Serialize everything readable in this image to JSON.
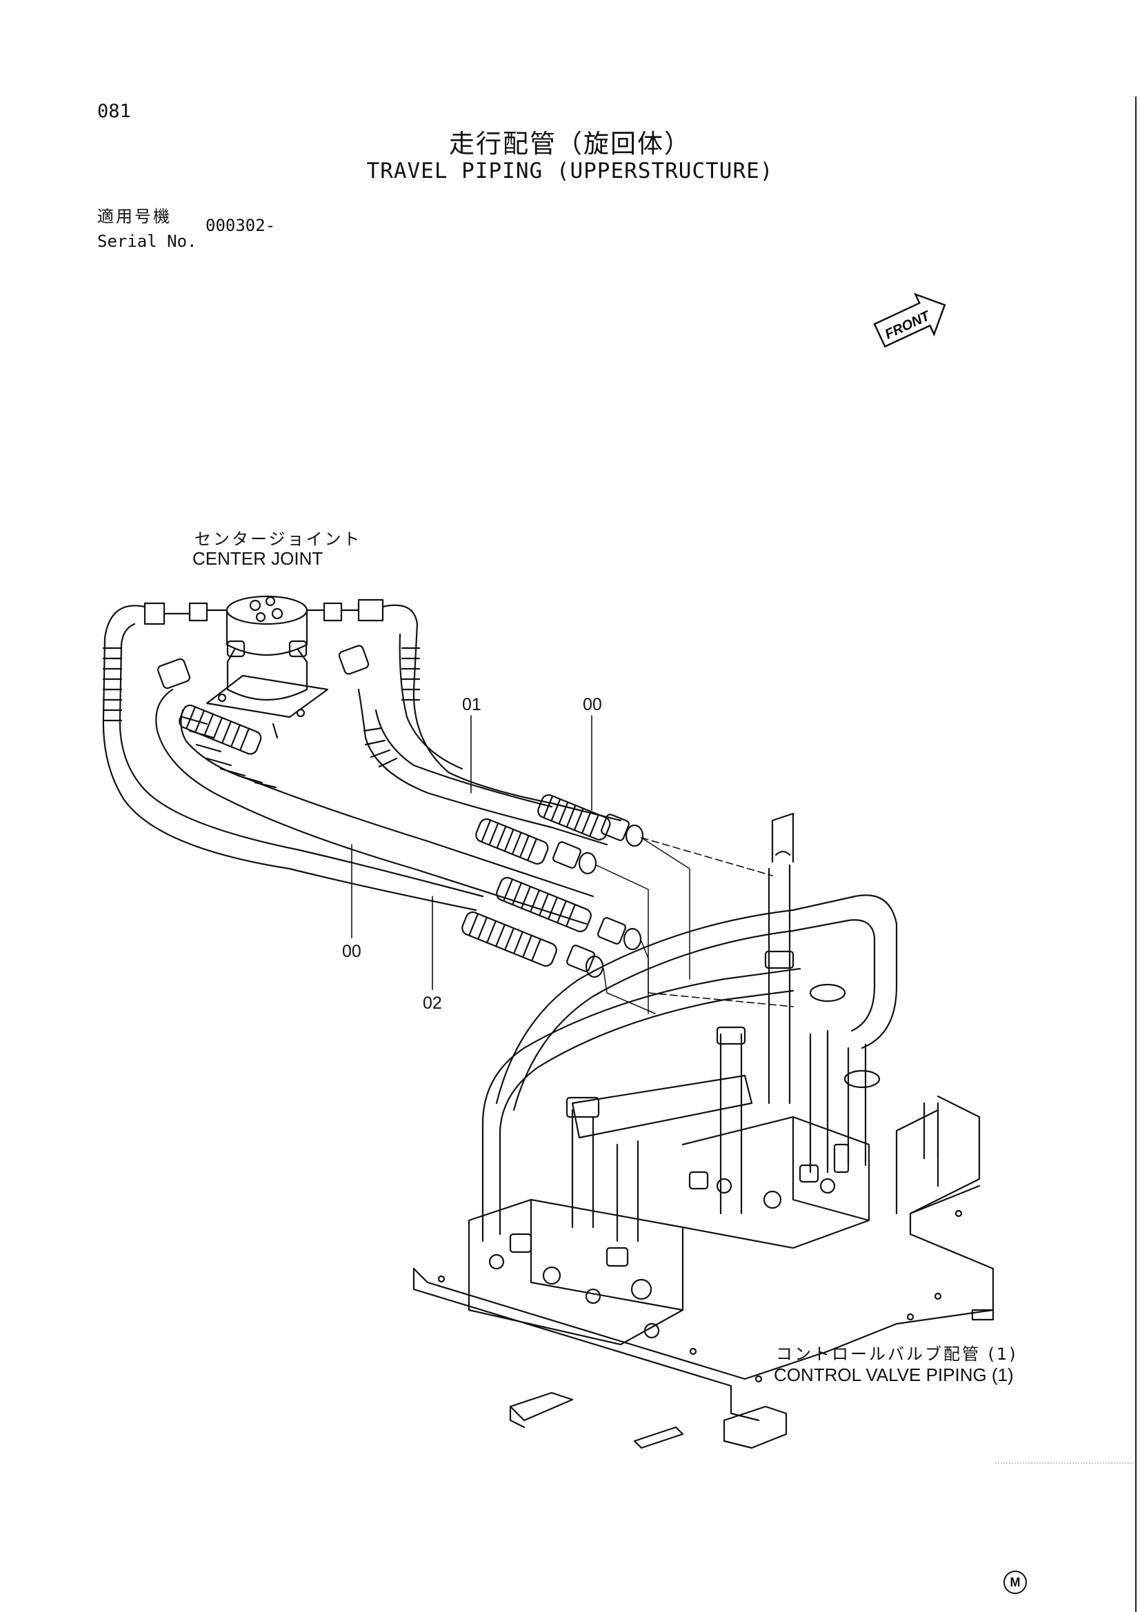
{
  "page_number": "081",
  "title_jp": "走行配管（旋回体）",
  "title_en": "TRAVEL PIPING (UPPERSTRUCTURE)",
  "serial": {
    "label_jp": "適用号機",
    "label_en": "Serial No.",
    "value": "000302-"
  },
  "front_label": "FRONT",
  "labels": {
    "center_joint_jp": "センタージョイント",
    "center_joint_en": "CENTER JOINT",
    "control_valve_jp": "コントロールバルブ配管 (1)",
    "control_valve_en": "CONTROL VALVE PIPING (1)"
  },
  "callouts": {
    "c01": "01",
    "c00_top": "00",
    "c00_bottom": "00",
    "c02": "02"
  },
  "mark": "M"
}
